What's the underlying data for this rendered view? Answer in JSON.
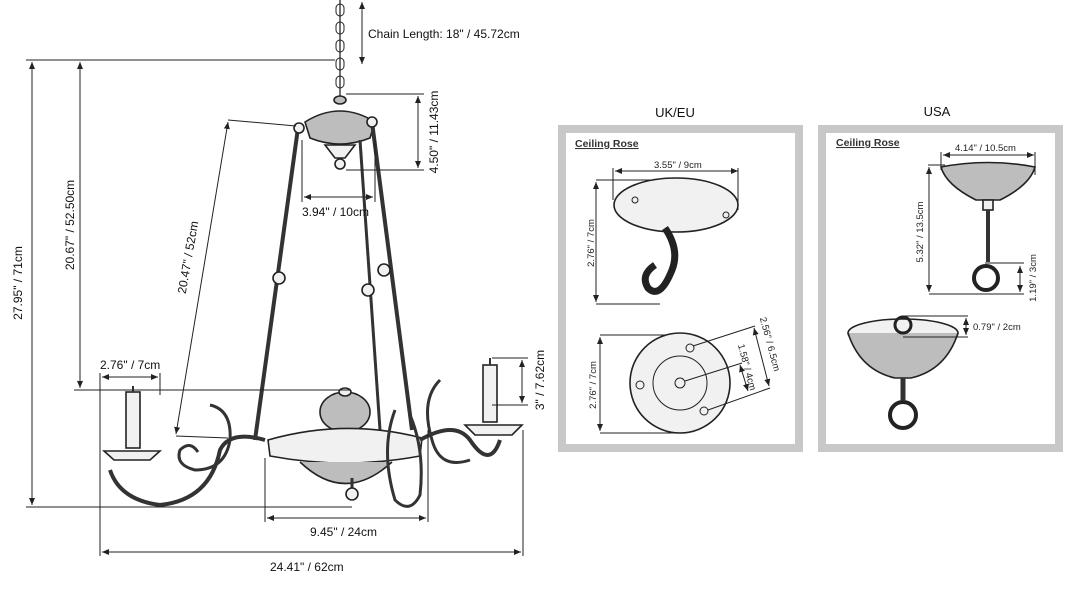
{
  "chandelier": {
    "chain_length": "Chain Length: 18\" / 45.72cm",
    "total_height": "27.95\" / 71cm",
    "body_height": "20.67\" / 52.50cm",
    "rod_length": "20.47\" / 52cm",
    "canopy_height": "4.50\" / 11.43cm",
    "canopy_width": "3.94\" / 10cm",
    "arm_reach": "2.76\" / 7cm",
    "candle_height": "3\" / 7.62cm",
    "ring_width": "9.45\" / 24cm",
    "total_width": "24.41\" / 62cm"
  },
  "uk_eu": {
    "title": "UK/EU",
    "heading": "Ceiling Rose",
    "hook_width": "3.55\" / 9cm",
    "hook_height": "2.76\" / 7cm",
    "plate_diameter": "2.76\" / 7cm",
    "hole_spacing_outer": "2.56\" / 6.5cm",
    "hole_spacing_inner": "1.58\" / 4cm"
  },
  "usa": {
    "title": "USA",
    "heading": "Ceiling Rose",
    "canopy_width": "4.14\" / 10.5cm",
    "canopy_height": "5.32\" / 13.5cm",
    "ring_height": "1.19\" / 3cm",
    "cup_depth": "0.79\" / 2cm"
  }
}
